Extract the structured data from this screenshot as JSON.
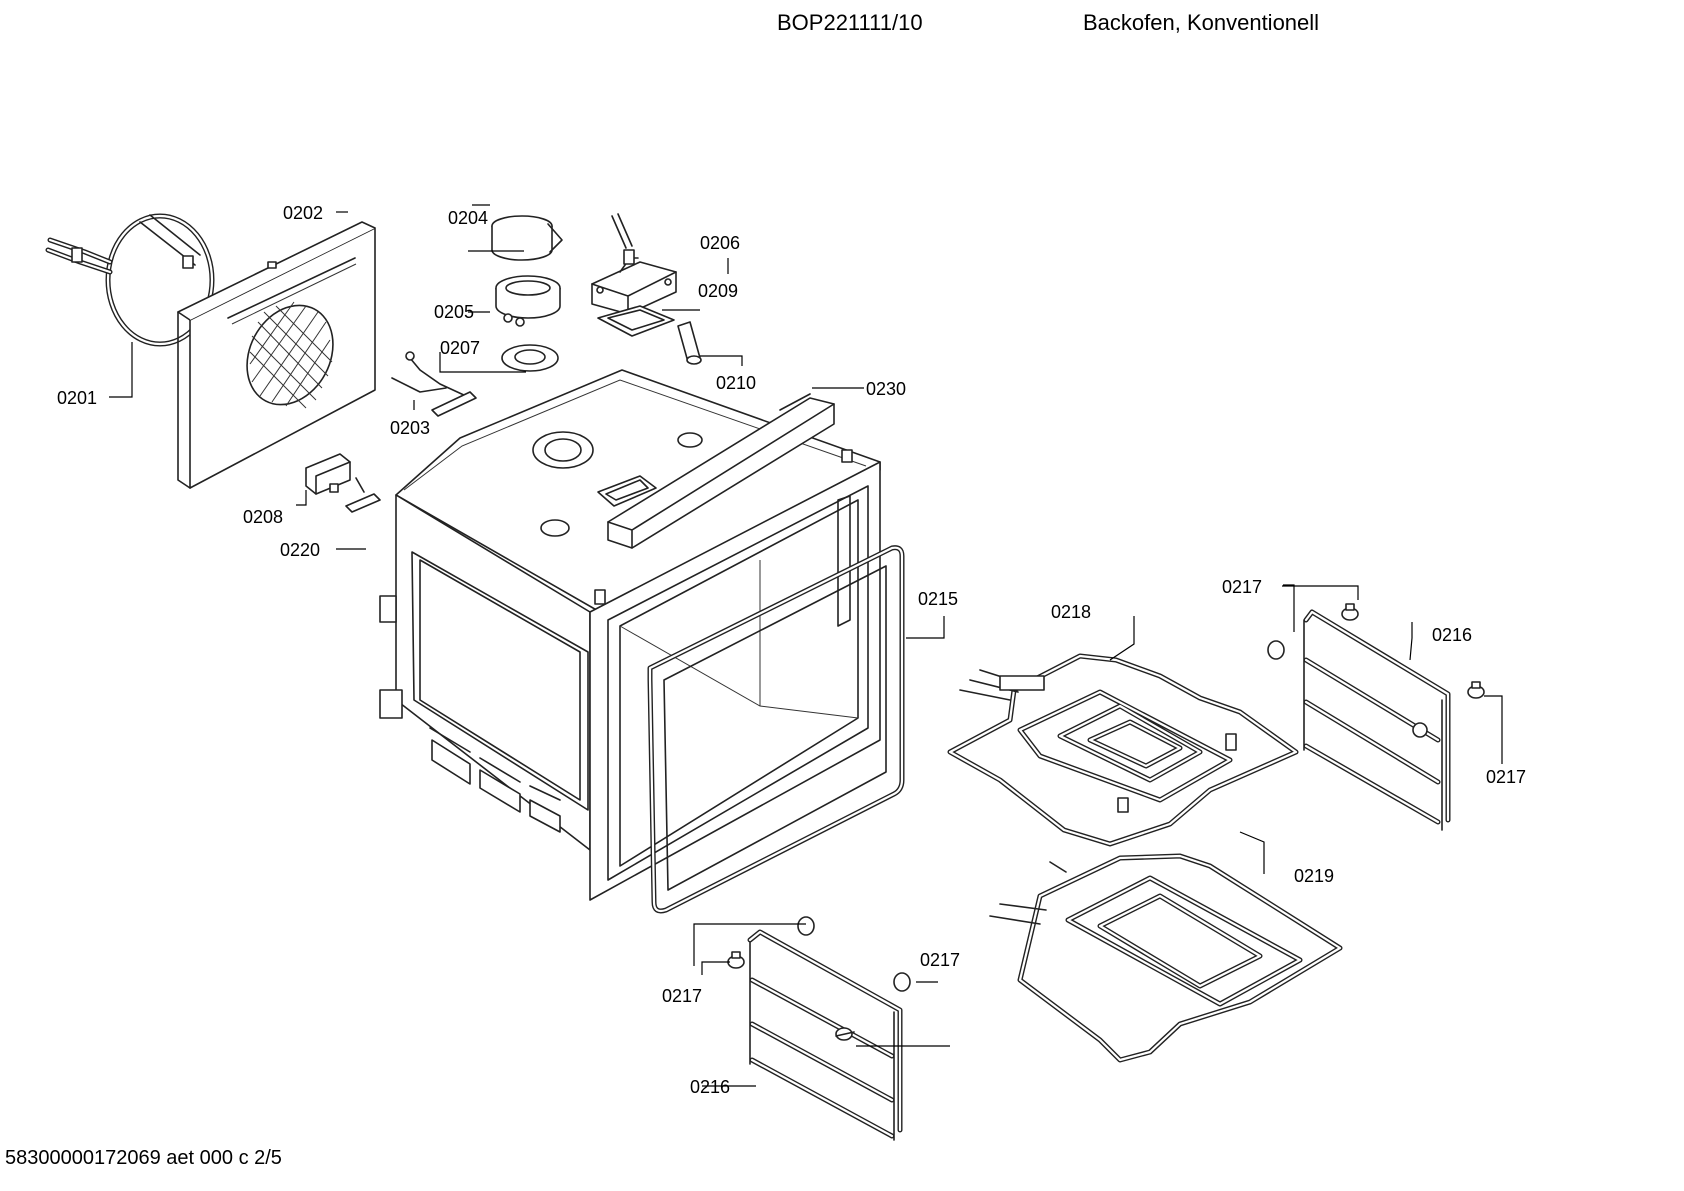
{
  "header": {
    "model": "BOP221111/10",
    "description": "Backofen, Konventionell"
  },
  "footer": {
    "doc_id": "58300000172069 aet 000 c 2/5"
  },
  "labels": {
    "l0201": "0201",
    "l0202": "0202",
    "l0203": "0203",
    "l0204": "0204",
    "l0205": "0205",
    "l0206": "0206",
    "l0207": "0207",
    "l0208": "0208",
    "l0209": "0209",
    "l0210": "0210",
    "l0215": "0215",
    "l0216a": "0216",
    "l0216b": "0216",
    "l0217a": "0217",
    "l0217b": "0217",
    "l0217c": "0217",
    "l0217d": "0217",
    "l0218": "0218",
    "l0219": "0219",
    "l0220": "0220",
    "l0230": "0230"
  }
}
